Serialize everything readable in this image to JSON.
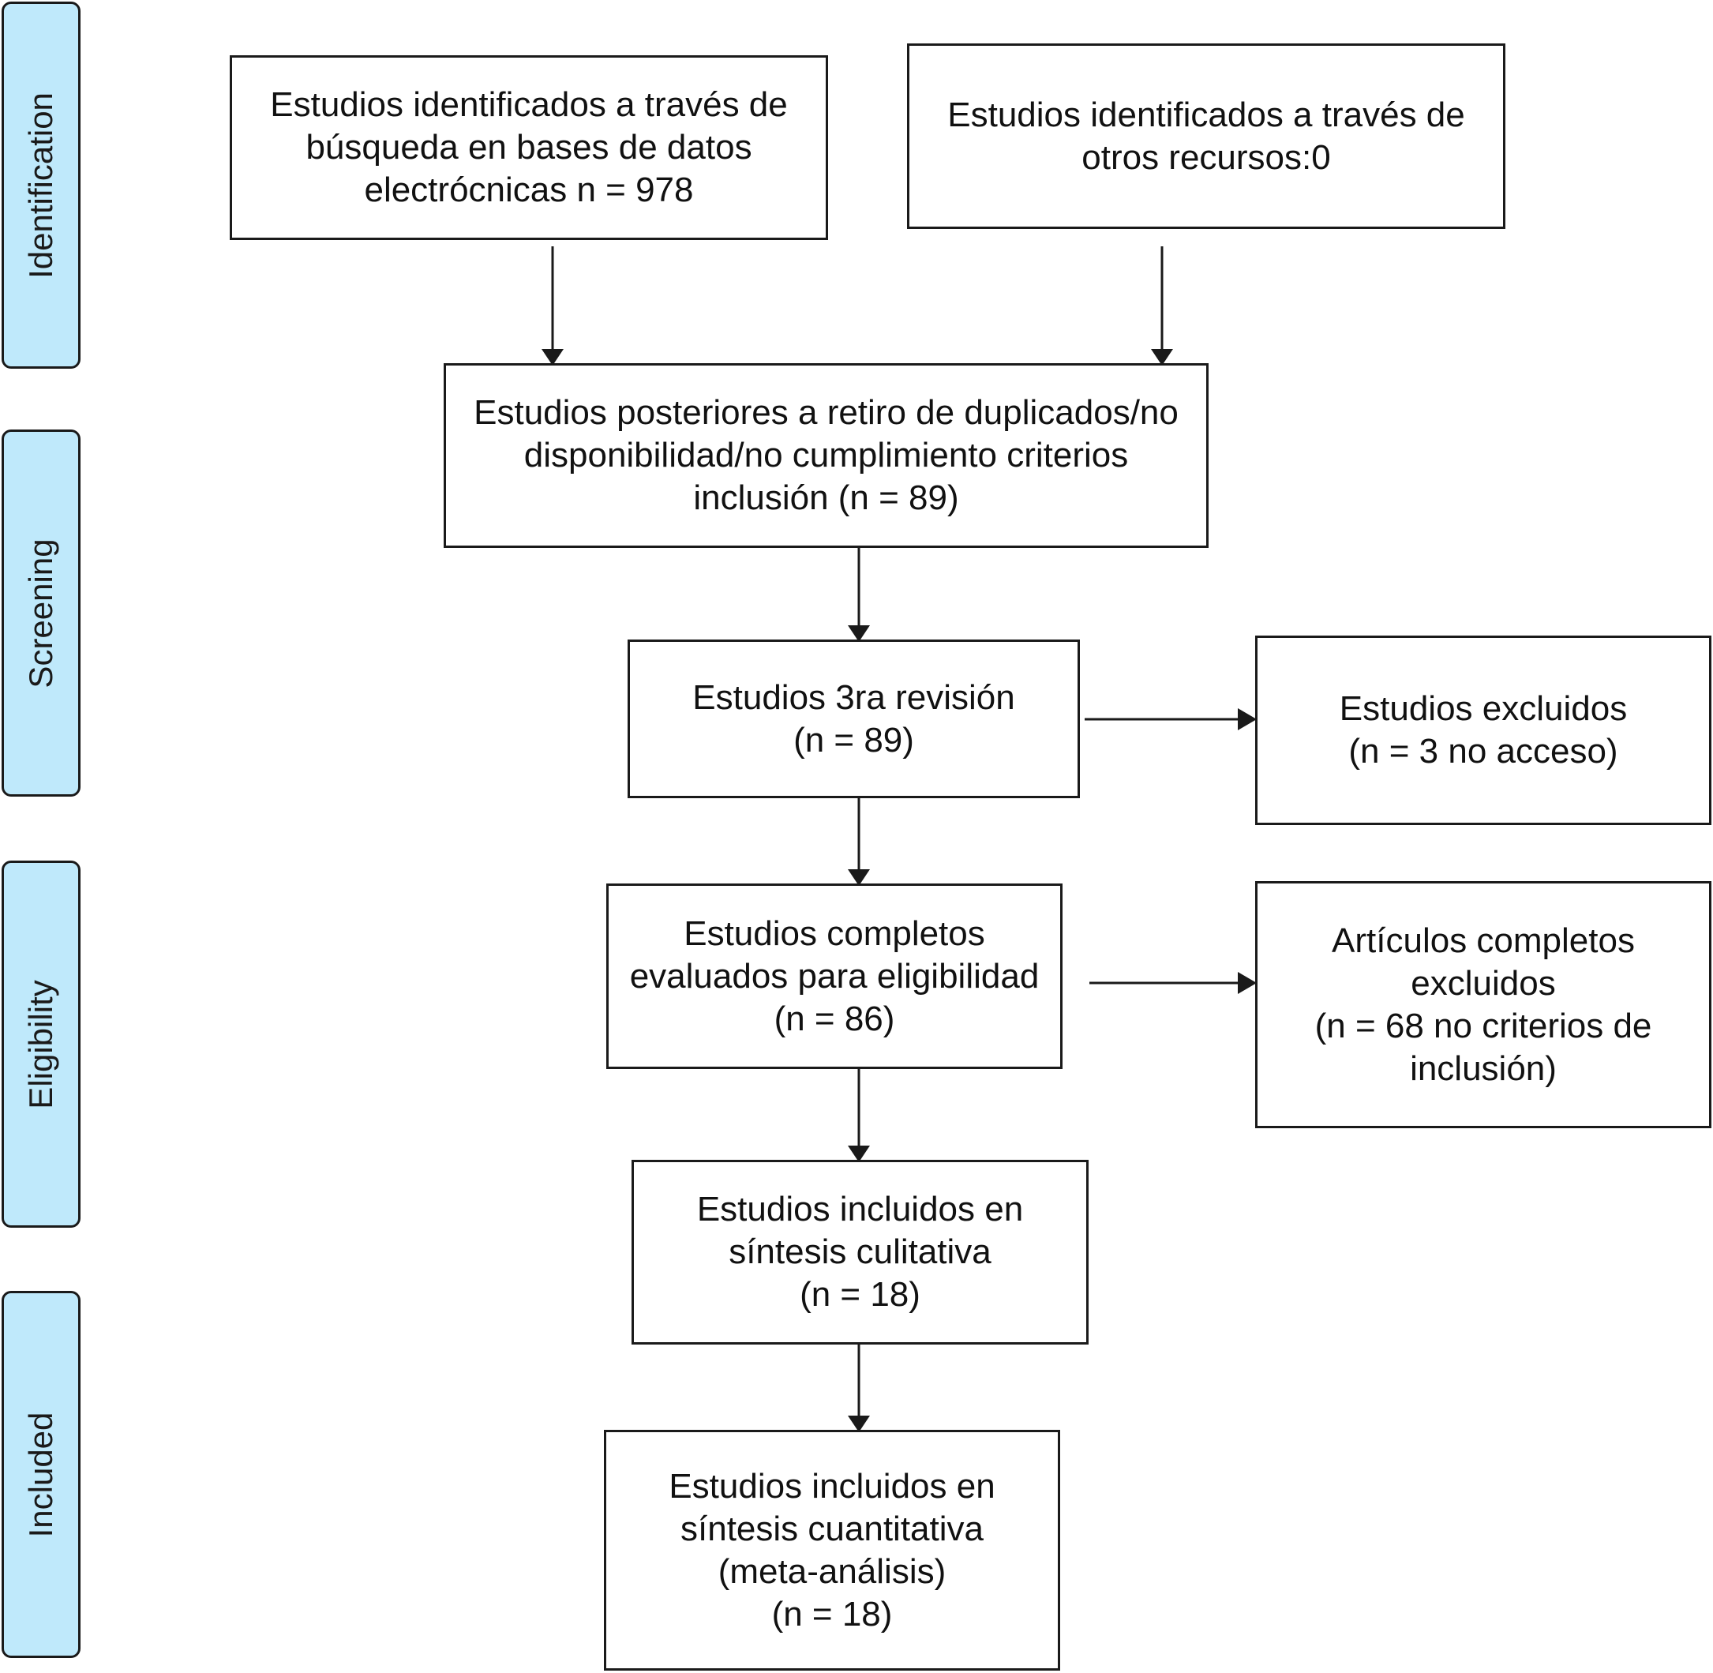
{
  "phases": {
    "identification": "Identification",
    "screening": "Screening",
    "eligibility": "Eligibility",
    "included": "Included"
  },
  "boxes": {
    "db_search": {
      "lines": [
        "Estudios identificados a través de",
        "búsqueda en bases de datos",
        "electrócnicas n = 978"
      ]
    },
    "other_sources": {
      "lines": [
        "Estudios identificados a través de",
        "otros recursos:0"
      ]
    },
    "after_duplicates": {
      "lines": [
        "Estudios posteriores a retiro de duplicados/no",
        "disponibilidad/no cumplimiento criterios",
        "inclusión (n = 89)"
      ]
    },
    "third_review": {
      "lines": [
        "Estudios 3ra revisión",
        "(n = 89)"
      ]
    },
    "excluded": {
      "lines": [
        "Estudios excluidos",
        "(n = 3 no acceso)"
      ]
    },
    "full_assessed": {
      "lines": [
        "Estudios completos",
        "evaluados para eligibilidad",
        "(n = 86)"
      ]
    },
    "full_excluded": {
      "lines": [
        "Artículos completos",
        "excluidos",
        "(n = 68 no criterios de",
        "inclusión)"
      ]
    },
    "qualitative": {
      "lines": [
        "Estudios incluidos en",
        "síntesis culitativa",
        "(n = 18)"
      ]
    },
    "quantitative": {
      "lines": [
        "Estudios incluidos en",
        "síntesis cuantitativa",
        "(meta-análisis)",
        "(n = 18)"
      ]
    }
  },
  "colors": {
    "phase_fill": "#bfe9fb",
    "line": "#1a1a1a"
  }
}
